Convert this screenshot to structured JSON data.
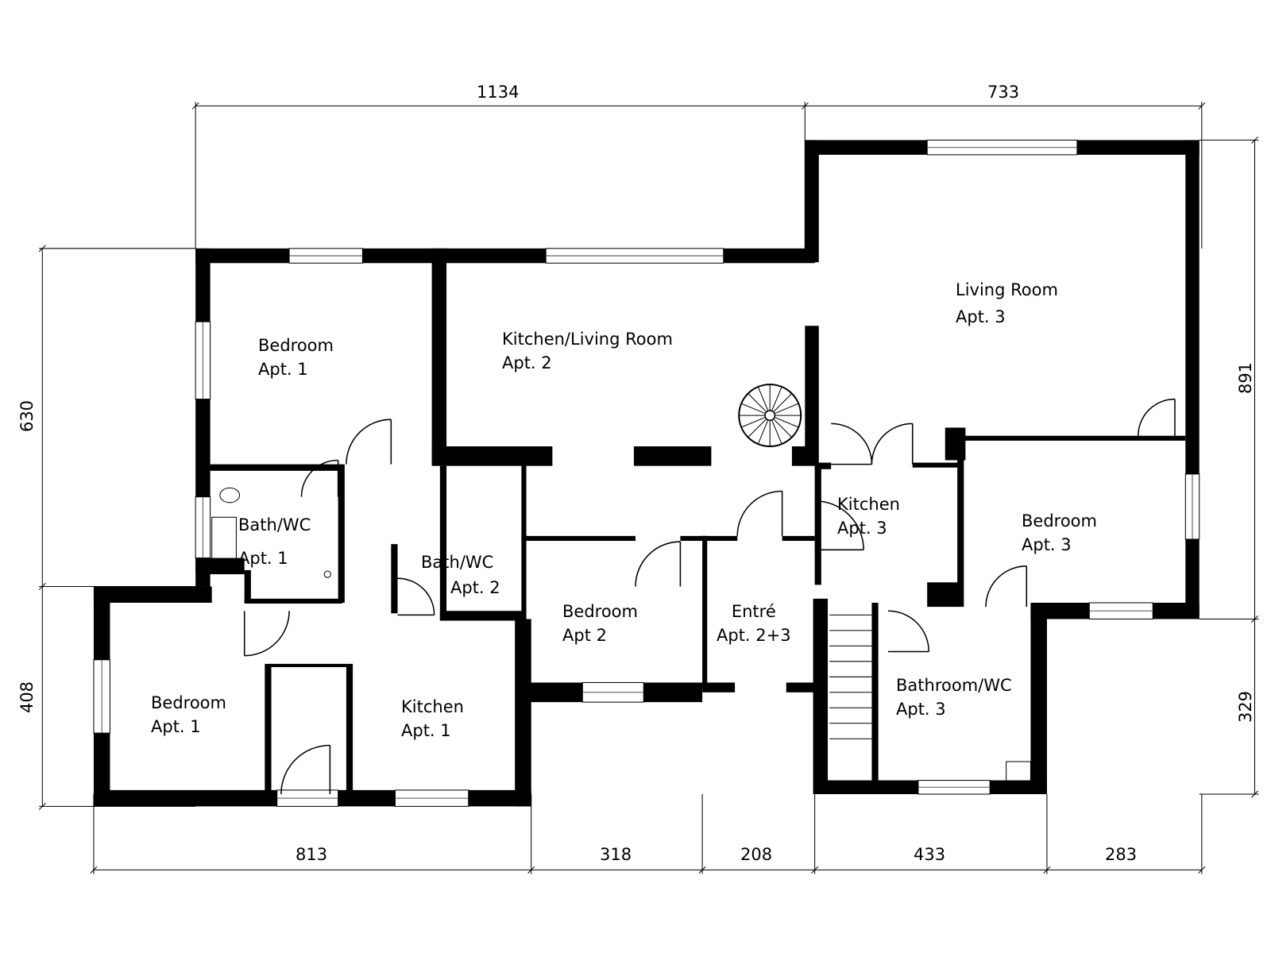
{
  "rooms": [
    {
      "name": "Bedroom",
      "apt": "Apt. 1"
    },
    {
      "name": "Kitchen/Living Room",
      "apt": "Apt. 2"
    },
    {
      "name": "Living Room",
      "apt": "Apt. 3"
    },
    {
      "name": "Bath/WC",
      "apt": "Apt. 1"
    },
    {
      "name": "Bath/WC",
      "apt": "Apt. 2"
    },
    {
      "name": "Kitchen",
      "apt": "Apt. 3"
    },
    {
      "name": "Bedroom",
      "apt": "Apt. 3"
    },
    {
      "name": "Bedroom",
      "apt": "Apt 2"
    },
    {
      "name": "Entré",
      "apt": "Apt. 2+3"
    },
    {
      "name": "Bedroom",
      "apt": "Apt. 1"
    },
    {
      "name": "Kitchen",
      "apt": "Apt. 1"
    },
    {
      "name": "Bathroom/WC",
      "apt": "Apt. 3"
    }
  ],
  "dimensions": {
    "top": [
      "1134",
      "733"
    ],
    "bottom": [
      "813",
      "318",
      "208",
      "433",
      "283"
    ],
    "left": [
      "630",
      "408"
    ],
    "right": [
      "891",
      "329"
    ]
  }
}
